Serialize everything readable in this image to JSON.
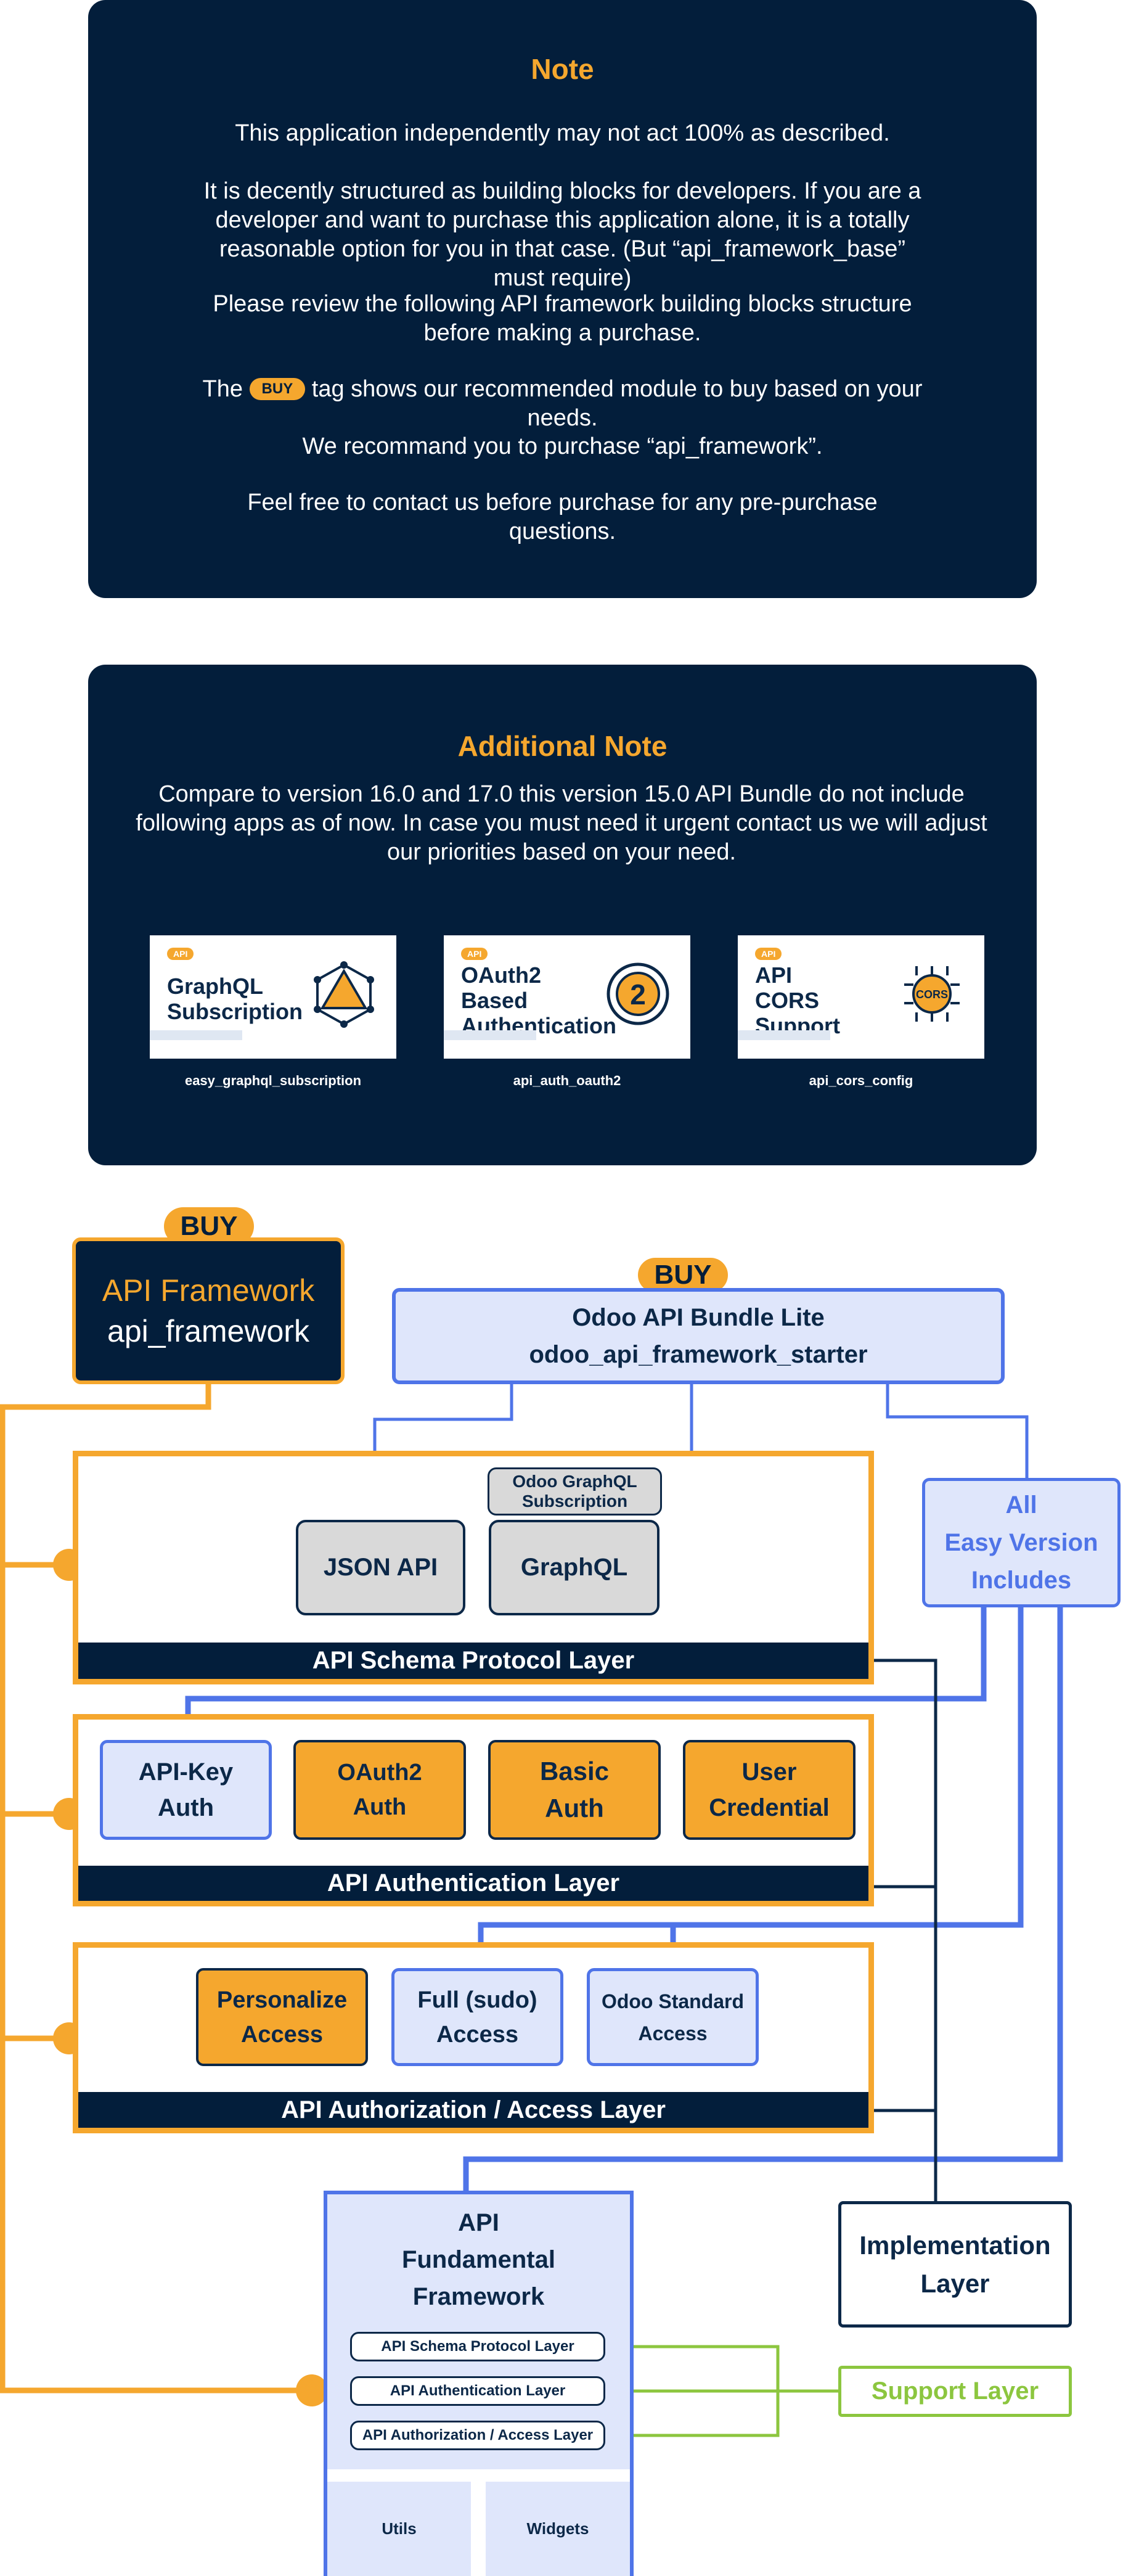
{
  "note": {
    "title": "Note",
    "p1": "This application independently may not act 100% as described.",
    "p2": "It is decently structured as building blocks for developers. If you are a developer and want to purchase this application alone, it is a totally reasonable option for you in that case. (But “api_framework_base” must require)",
    "p3": "Please review the following API framework building blocks structure before making a purchase.",
    "p4_before": "The",
    "p4_badge": "BUY",
    "p4_after": "tag shows our recommended module to buy based on your needs.",
    "p5": "We recommand you to purchase “api_framework”.",
    "p6": "Feel free to contact us before purchase for any pre-purchase questions."
  },
  "additional_note": {
    "title": "Additional Note",
    "text": "Compare to version 16.0 and 17.0 this version 15.0 API Bundle do not include following apps as of now. In case you must need it urgent contact us we will adjust our priorities based on your need.",
    "apps": [
      {
        "badge": "API",
        "line1": "GraphQL",
        "line2": "Subscription",
        "line3": "",
        "name": "easy_graphql_subscription",
        "icon": "graphql-icon"
      },
      {
        "badge": "API",
        "line1": "OAuth2",
        "line2": "Based",
        "line3": "Authentication",
        "name": "api_auth_oauth2",
        "icon": "oauth2-seal-icon"
      },
      {
        "badge": "API",
        "line1": "API",
        "line2": "CORS",
        "line3": "Support",
        "name": "api_cors_config",
        "icon": "cors-chip-icon"
      }
    ]
  },
  "diagram": {
    "buy_label": "BUY",
    "api_framework": {
      "line1": "API Framework",
      "line2": "api_framework"
    },
    "bundle": {
      "line1": "Odoo API Bundle Lite",
      "line2": "odoo_api_framework_starter"
    },
    "schema_layer": {
      "bar": "API Schema Protocol Layer",
      "json_api": "JSON API",
      "graphql": "GraphQL",
      "graphql_sub_line1": "Odoo GraphQL",
      "graphql_sub_line2": "Subscription"
    },
    "easy_version": {
      "line1": "All",
      "line2": "Easy Version",
      "line3": "Includes"
    },
    "auth_layer": {
      "bar": "API Authentication  Layer",
      "boxes": [
        {
          "line1": "API-Key",
          "line2": "Auth"
        },
        {
          "line1": "OAuth2",
          "line2": "Auth"
        },
        {
          "line1": "Basic",
          "line2": "Auth"
        },
        {
          "line1": "User",
          "line2": "Credential"
        }
      ]
    },
    "access_layer": {
      "bar": "API Authorization / Access Layer",
      "boxes": [
        {
          "line1": "Personalize",
          "line2": "Access"
        },
        {
          "line1": "Full (sudo)",
          "line2": "Access"
        },
        {
          "line1": "Odoo Standard",
          "line2": "Access"
        }
      ]
    },
    "fundamental": {
      "line1": "API",
      "line2": "Fundamental",
      "line3": "Framework",
      "layers": [
        "API Schema Protocol Layer",
        "API Authentication  Layer",
        "API Authorization / Access Layer"
      ],
      "utils": "Utils",
      "widgets": "Widgets"
    },
    "implementation": {
      "line1": "Implementation",
      "line2": "Layer"
    },
    "support": "Support Layer"
  },
  "colors": {
    "navy": "#031e3b",
    "orange": "#f5a72e",
    "blue": "#4f74e8",
    "light_blue": "#dfe6fb",
    "green": "#8cc63f"
  }
}
